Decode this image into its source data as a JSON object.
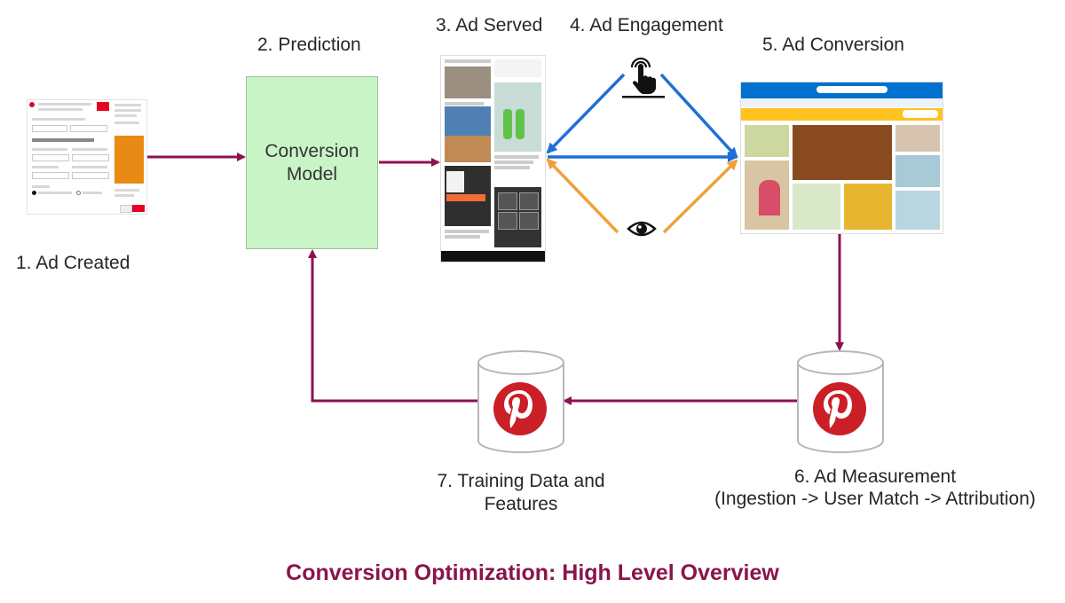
{
  "title": "Conversion Optimization: High Level Overview",
  "steps": {
    "ad_created": "1. Ad Created",
    "prediction": "2. Prediction",
    "ad_served": "3. Ad Served",
    "ad_engagement": "4. Ad Engagement",
    "ad_conversion": "5. Ad Conversion",
    "ad_measurement_line1": "6. Ad Measurement",
    "ad_measurement_line2": "(Ingestion -> User Match -> Attribution)",
    "training_line1": "7. Training Data and",
    "training_line2": "Features"
  },
  "model": {
    "line1": "Conversion",
    "line2": "Model"
  },
  "icons": {
    "engagement_click": "pointing-hand-click-icon",
    "engagement_view": "eye-icon",
    "database_logo": "pinterest-logo-icon"
  },
  "colors": {
    "flow_arrow": "#8b1250",
    "click_arrow": "#1f6fd6",
    "view_arrow": "#f0a03a",
    "model_fill": "#c9f5c6",
    "pinterest_red": "#cb1f27",
    "title": "#8a1549"
  }
}
